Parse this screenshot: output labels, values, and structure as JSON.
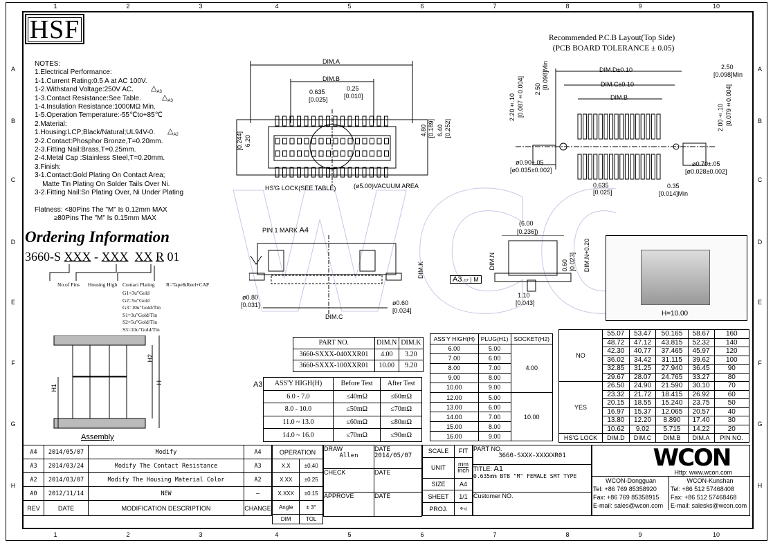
{
  "frame": {
    "columns": [
      "1",
      "2",
      "3",
      "4",
      "5",
      "6",
      "7",
      "8",
      "9",
      "10"
    ],
    "rows": [
      "A",
      "B",
      "C",
      "D",
      "E",
      "F",
      "G",
      "H"
    ]
  },
  "logo": "HSF",
  "notes": [
    "NOTES:",
    "1.Electrical Performance:",
    "1-1.Current Rating:0.5 A at AC 100V.",
    "1-2.Withstand Voltage:250V AC.",
    "1-3.Contact Resistance:See Table.",
    "1-4.Insulation Resistance:1000MΩ Min.",
    "1-5.Operation Temperature:-55℃to+85℃",
    "2.Material:",
    "1.Housing:LCP;Black/Natural;UL94V-0.",
    "2-2.Contact:Phosphor Bronze,T=0.20mm.",
    "2-3.Fitting Nail:Brass,T=0.25mm.",
    "2-4.Metal Cap :Stainless Steel,T=0.20mm.",
    "3.Finish:",
    "3-1.Contact:Gold Plating On Contact Area;",
    "    Matte Tin Plating On Solder Tails Over Ni.",
    "3-2.Fitting Nail:Sn Plating Over, Ni Under Plating",
    "",
    "Flatness: <80Pins The \"M\" Is 0.12mm MAX",
    "          ≥80Pins The \"M\" Is 0.15mm MAX"
  ],
  "rev_marks": {
    "a1": "A1",
    "a2": "A2",
    "a3": "A3",
    "a4": "A4"
  },
  "ordering": {
    "title": "Ordering Information",
    "prefix": "3660-S ",
    "pins": "XXX",
    " sep": " - ",
    "housing": "XXX",
    "plating": "XX",
    "reel": "R",
    "suffix": " 01",
    "labels": [
      "No.of Pins",
      "Housing High",
      "Contact Plating",
      "R=Tape&Reel+CAP"
    ],
    "plating_options": [
      "G1=3u\"Gold",
      "G2=5u\"Gold",
      "G3=10u\"Gold/Tin",
      "S1=3u\"Gold/Tin",
      "S2=5u\"Gold/Tin",
      "S3=10u\"Gold/Tin"
    ]
  },
  "assembly": {
    "label": "Assembly",
    "h": "H",
    "h1": "H1",
    "h2": "H2"
  },
  "top_view": {
    "dim_a": "DIM.A",
    "dim_b": "DIM.B",
    "pitch": "0.635",
    "pitch_in": "[0.025]",
    "w": "0.25",
    "w_in": "[0.010]",
    "h1": "6.20",
    "h1_in": "[0.244]",
    "h2": "4.80",
    "h2_in": "[0.189]",
    "h3": "6.40",
    "h3_in": "[0.252]",
    "lock": "HS'G LOCK(SEE TABLE)",
    "vacuum": "(ø5.00)VACUUM AREA",
    "cl": "℄"
  },
  "front_view": {
    "pin1": "PIN 1 MARK",
    "dim_k": "DIM.K",
    "dim_c": "DIM.C",
    "d1": "ø0.80",
    "d1_in": "[0.031]",
    "d2": "ø0.60",
    "d2_in": "[0.024]"
  },
  "side_view": {
    "w": "(6.00",
    "w_in": "[0.236])",
    "dim_n": "DIM.N",
    "dim_n2": "DIM.N+0.20",
    "t": "0.60",
    "t_in": "[0.023]",
    "p": "1.10",
    "p_in": "[0.043]",
    "flat": "M"
  },
  "photo": {
    "caption": "H=10.00"
  },
  "pcb": {
    "title": "Recommended P.C.B Layout(Top Side)",
    "subtitle": "(PCB BOARD TOLERANCE ± 0.05)",
    "dim_d": "DIM.D±0.10",
    "dim_c": "DIM.C±0.10",
    "dim_b": "DIM.B",
    "a": "2.20±.10",
    "a_in": "[0.087±0.004]",
    "b": "2.50",
    "b_in": "[0.098]Min",
    "c": "2.50",
    "c_in": "[0.098]Min",
    "d": "2.00±.10",
    "d_in": "[0.079±0.004]",
    "h1": "ø0.90±.05",
    "h1_in": "[ø0.035±0.002]",
    "h2": "ø0.70±.05",
    "h2_in": "[ø0.028±0.002]",
    "p": "0.635",
    "p_in": "[0.025]",
    "s": "0.35",
    "s_in": "[0.014]Min"
  },
  "part_table": {
    "headers": [
      "PART NO.",
      "DIM.N",
      "DIM.K"
    ],
    "rows": [
      [
        "3660-SXXX-040XXR01",
        "4.00",
        "3.20"
      ],
      [
        "3660-SXXX-100XXR01",
        "10.00",
        "9.20"
      ]
    ]
  },
  "resistance_table": {
    "headers": [
      "ASS'Y HIGH(H)",
      "Before Test",
      "After Test"
    ],
    "rows": [
      [
        "6.0 - 7.0",
        "≤40mΩ",
        "≤60mΩ"
      ],
      [
        "8.0 - 10.0",
        "≤50mΩ",
        "≤70mΩ"
      ],
      [
        "11.0 ~ 13.0",
        "≤60mΩ",
        "≤80mΩ"
      ],
      [
        "14.0 ~ 16.0",
        "≤70mΩ",
        "≤90mΩ"
      ]
    ]
  },
  "height_table": {
    "headers": [
      "ASS'Y HIGH(H)",
      "PLUG(H1)",
      "SOCKET(H2)"
    ],
    "rows": [
      [
        "6.00",
        "5.00"
      ],
      [
        "7.00",
        "6.00"
      ],
      [
        "8.00",
        "7.00"
      ],
      [
        "9.00",
        "8.00"
      ],
      [
        "10.00",
        "9.00"
      ],
      [
        "12.00",
        "5.00"
      ],
      [
        "13.00",
        "6.00"
      ],
      [
        "14.00",
        "7.00"
      ],
      [
        "15.00",
        "8.00"
      ],
      [
        "16.00",
        "9.00"
      ]
    ],
    "socket": [
      "4.00",
      "10.00"
    ]
  },
  "dim_table": {
    "headers": [
      "HS'G LOCK",
      "DIM.D",
      "DIM.C",
      "DIM.B",
      "DIM.A",
      "PIN NO."
    ],
    "groups": [
      "NO",
      "YES"
    ],
    "rows": [
      [
        "55.07",
        "53.47",
        "50.165",
        "58.67",
        "160"
      ],
      [
        "48.72",
        "47.12",
        "43.815",
        "52.32",
        "140"
      ],
      [
        "42.30",
        "40.77",
        "37.465",
        "45.97",
        "120"
      ],
      [
        "36.02",
        "34.42",
        "31.115",
        "39.62",
        "100"
      ],
      [
        "32.85",
        "31.25",
        "27.940",
        "36.45",
        "90"
      ],
      [
        "29.67",
        "28.07",
        "24.765",
        "33.27",
        "80"
      ],
      [
        "26.50",
        "24.90",
        "21.590",
        "30.10",
        "70"
      ],
      [
        "23.32",
        "21.72",
        "18.415",
        "26.92",
        "60"
      ],
      [
        "20.15",
        "18.55",
        "15.240",
        "23.75",
        "50"
      ],
      [
        "16.97",
        "15.37",
        "12.065",
        "20.57",
        "40"
      ],
      [
        "13.80",
        "12.20",
        "8.890",
        "17.40",
        "30"
      ],
      [
        "10.62",
        "9.02",
        "5.715",
        "14.22",
        "20"
      ]
    ]
  },
  "revisions": {
    "headers": [
      "REV",
      "DATE",
      "MODIFICATION DESCRIPTION",
      "CHANGE"
    ],
    "rows": [
      [
        "A4",
        "2014/05/07",
        "Modify",
        "A4"
      ],
      [
        "A3",
        "2014/03/24",
        "Modify The Contact Resistance",
        "A3"
      ],
      [
        "A2",
        "2014/03/07",
        "Modify The Housing Material Color",
        "A2"
      ],
      [
        "A0",
        "2012/11/14",
        "NEW",
        "—"
      ]
    ]
  },
  "tolerance": {
    "title": "OPERATION",
    "rows": [
      [
        "X.X",
        "±0.40"
      ],
      [
        "X.XX",
        "±0.25"
      ],
      [
        "X.XXX",
        "±0.15"
      ],
      [
        "Angle",
        "± 3°"
      ]
    ],
    "footer": [
      "DIM",
      "TOL"
    ]
  },
  "signoff": {
    "draw": "DRAW",
    "drawer": "Allen",
    "date": "DATE",
    "draw_date": "2014/05/07",
    "check": "CHECK",
    "approve": "APPROVE"
  },
  "sheet": {
    "scale": "SCALE",
    "scale_v": "FIT",
    "unit": "UNIT",
    "unit_v1": "mm",
    "unit_v2": "inch",
    "size": "SIZE",
    "size_v": "A4",
    "sheet": "SHEET",
    "sheet_v": "1/1",
    "proj": "PROJ.",
    "proj_v": "⌖⊲"
  },
  "part": {
    "label": "PART NO.",
    "value": "3660-SXXX-XXXXXR01",
    "title_label": "TITLE:",
    "title": "0.635mm BTB \"M\" FEMALE SMT TYPE",
    "customer": "Customer NO."
  },
  "company": {
    "logo": "WCON",
    "url": "Http: www.wcon.com",
    "dongguan": {
      "name": "WCON-Dongguan",
      "tel": "Tel: +86 769 85358920",
      "fax": "Fax: +86 769 85358915",
      "email": "E-mail: sales@wcon.com"
    },
    "kunshan": {
      "name": "WCON-Kunshan",
      "tel": "Tel: +86 512 57468408",
      "fax": "Fax: +86 512 57468468",
      "email": "E-mail: salesks@wcon.com"
    }
  },
  "watermark": "WCON"
}
